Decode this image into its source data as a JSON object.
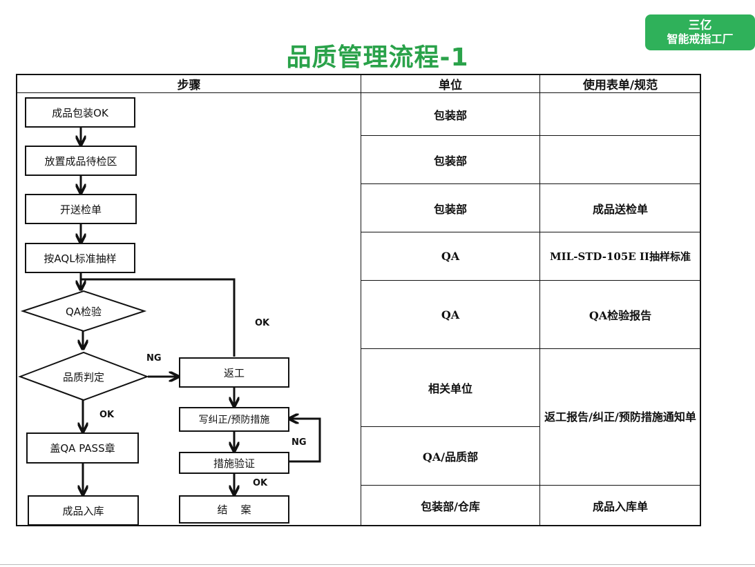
{
  "logo": {
    "line1": "三亿",
    "line2": "智能戒指工厂"
  },
  "title": "品质管理流程-1",
  "table": {
    "headers": {
      "steps": "步骤",
      "unit": "单位",
      "forms": "使用表单/规范"
    },
    "rows": [
      {
        "unit": "包装部",
        "form": ""
      },
      {
        "unit": "包装部",
        "form": ""
      },
      {
        "unit": "包装部",
        "form": "成品送检单"
      },
      {
        "unit": "QA",
        "form": "MIL-STD-105E II抽样标准"
      },
      {
        "unit": "QA",
        "form": "QA检验报告"
      },
      {
        "unit": "相关单位",
        "form": "返工报告/纠正/预防措施通知单"
      },
      {
        "unit": "QA/品质部",
        "form": ""
      },
      {
        "unit": "包装部/仓库",
        "form": "成品入库单"
      }
    ]
  },
  "flow": {
    "boxes": {
      "pack_ok": "成品包装OK",
      "place_area": "放置成品待检区",
      "open_slip": "开送检单",
      "sample": "按AQL标准抽样",
      "qa_pass_stamp": "盖QA PASS章",
      "to_warehouse": "成品入库",
      "rework": "返工",
      "write_capa": "写纠正/预防措施",
      "verify": "措施验证",
      "close": "结    案"
    },
    "decisions": {
      "qa_inspect": "QA检验",
      "quality_judge": "品质判定"
    },
    "labels": {
      "ok_1": "OK",
      "ng_1": "NG",
      "ok_2": "OK",
      "ng_2": "NG",
      "ok_3": "OK"
    }
  }
}
